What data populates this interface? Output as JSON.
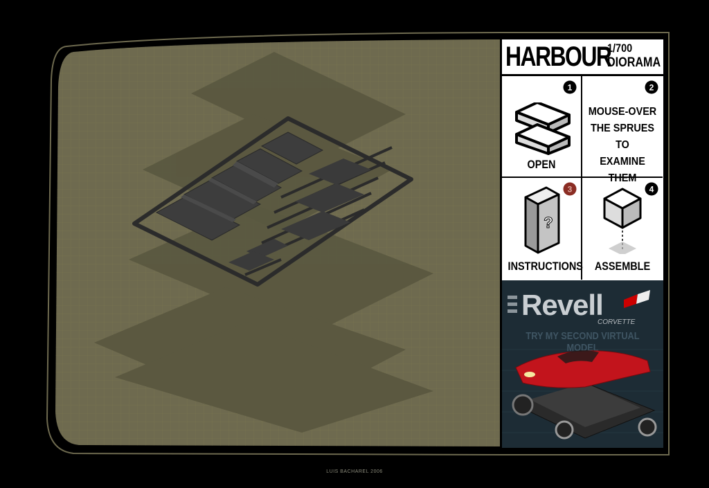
{
  "title": {
    "name": "HARBOUR",
    "scale": "1/700",
    "subtitle": "DIORAMA"
  },
  "steps": [
    {
      "num": "1",
      "label": "OPEN",
      "icon": "open-box-icon"
    },
    {
      "num": "2",
      "label": "MOUSE-OVER THE SPRUES TO EXAMINE THEM",
      "lines": [
        "MOUSE-OVER",
        "THE SPRUES TO",
        "EXAMINE THEM"
      ]
    },
    {
      "num": "3",
      "label": "INSTRUCTIONS",
      "icon": "instructions-booklet-icon"
    },
    {
      "num": "4",
      "label": "ASSEMBLE",
      "icon": "assemble-cube-icon"
    }
  ],
  "ad": {
    "brand": "Revell",
    "model": "CORVETTE",
    "tagline": "TRY MY SECOND VIRTUAL MODEL"
  },
  "credit": "LUIS BACHAREL 2006",
  "colors": {
    "workarea": "#6e6a4f",
    "panel": "#ffffff",
    "frame": "#000000",
    "badge_red": "#8b2d24"
  }
}
